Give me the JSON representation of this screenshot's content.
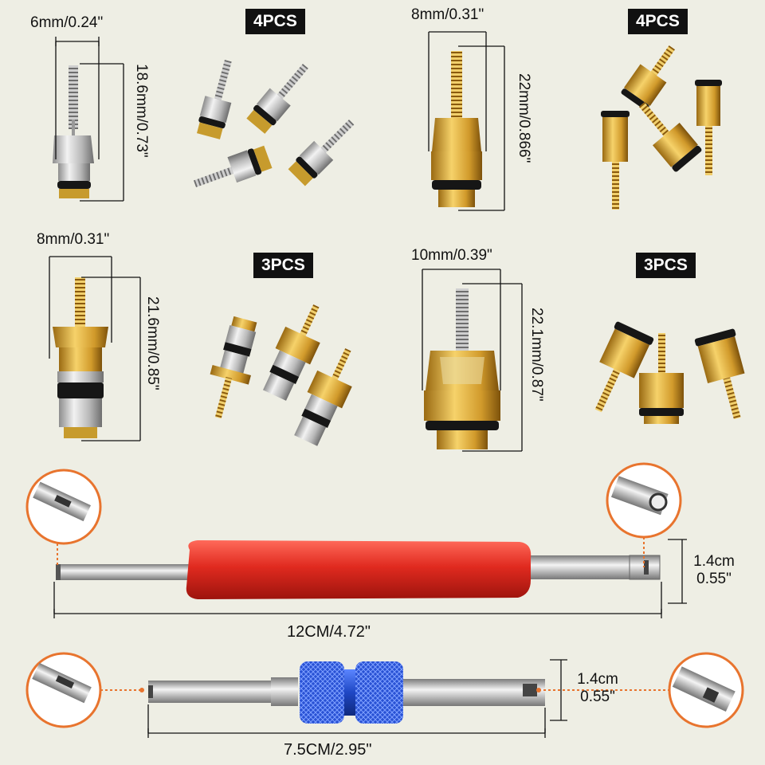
{
  "row1": {
    "core_a": {
      "width": "6mm/0.24\"",
      "height": "18.6mm/0.73\"",
      "qty": "4PCS"
    },
    "core_b": {
      "width": "8mm/0.31\"",
      "height": "22mm/0.866\"",
      "qty": "4PCS"
    }
  },
  "row2": {
    "core_c": {
      "width": "8mm/0.31\"",
      "height": "21.6mm/0.85\"",
      "qty": "3PCS"
    },
    "core_d": {
      "width": "10mm/0.39\"",
      "height": "22.1mm/0.87\"",
      "qty": "3PCS"
    }
  },
  "tool_red": {
    "length": "12CM/4.72\"",
    "dia_cm": "1.4cm",
    "dia_in": "0.55\""
  },
  "tool_blue": {
    "length": "7.5CM/2.95\"",
    "dia_cm": "1.4cm",
    "dia_in": "0.55\""
  },
  "colors": {
    "background": "#eeeee4",
    "badge": "#111111",
    "handle_red": "#e02a1f",
    "handle_blue": "#1f47c4",
    "callout_ring": "#e8742e",
    "brass": "#d4a22e"
  }
}
